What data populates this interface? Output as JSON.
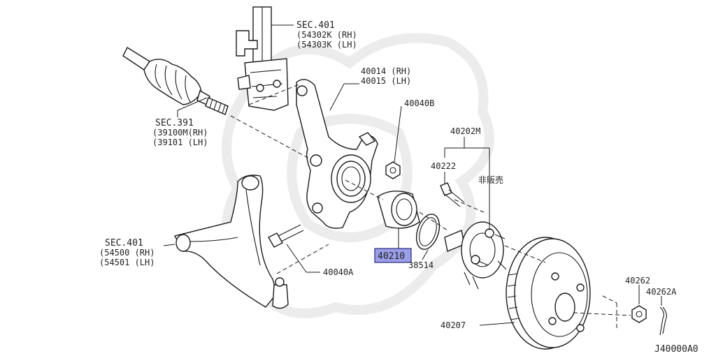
{
  "diagram_code": "J40000A0",
  "highlight_color": "#9b9ee8",
  "callouts": {
    "sec401_top": {
      "line1": "SEC.401",
      "line2": "(54302K (RH)",
      "line3": "(54303K (LH)"
    },
    "knuckle": {
      "line1": "40014 (RH)",
      "line2": "40015 (LH)"
    },
    "driveshaft": {
      "line1": "SEC.391",
      "line2": "(39100M(RH)",
      "line3": "(39101  (LH)"
    },
    "nut_40040b": "40040B",
    "hub_assy": "40202M",
    "bolt_40222": "40222",
    "not_sold": "非販売",
    "bearing": "40210",
    "snap_ring": "38514",
    "sec401_arm": {
      "line1": "SEC.401",
      "line2": "(54500 (RH)",
      "line3": "(54501 (LH)"
    },
    "bolt_40040a": "40040A",
    "rotor": "40207",
    "nut_40262": "40262",
    "pin_40262a": "40262A"
  }
}
